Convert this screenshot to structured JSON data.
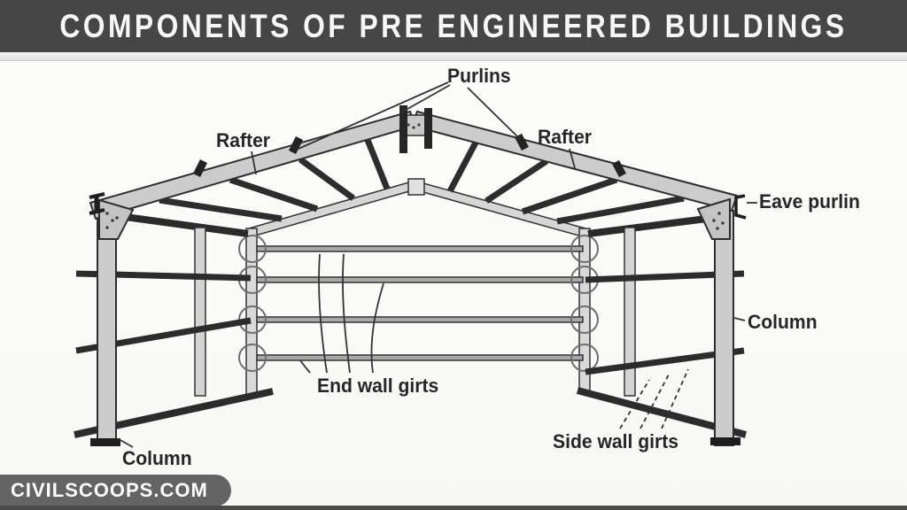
{
  "header": {
    "title": "COMPONENTS OF PRE ENGINEERED BUILDINGS"
  },
  "watermark": {
    "site": "CIVILSCOOPS.COM"
  },
  "diagram": {
    "title": "Isometric line drawing of a pre-engineered steel building frame",
    "labels": [
      {
        "id": "purlins",
        "text": "Purlins"
      },
      {
        "id": "rafter-left",
        "text": "Rafter"
      },
      {
        "id": "rafter-right",
        "text": "Rafter"
      },
      {
        "id": "eave-purlin",
        "text": "Eave purlin"
      },
      {
        "id": "column-right",
        "text": "Column"
      },
      {
        "id": "end-wall-girts",
        "text": "End wall girts"
      },
      {
        "id": "side-wall-girts",
        "text": "Side wall girts"
      },
      {
        "id": "column-left",
        "text": "Column"
      }
    ],
    "colors": {
      "header_bg": "#464646",
      "header_text": "#f7f7f7",
      "label_text": "#262626",
      "member_fill": "#cccccc",
      "member_stroke": "#2e2e2e",
      "dark_member": "#2d2d2d",
      "girt_fill": "#a8a8a8",
      "circle_stroke": "#6f6f6f",
      "watermark_bg": "#646464",
      "watermark_text": "#ffffff"
    }
  }
}
